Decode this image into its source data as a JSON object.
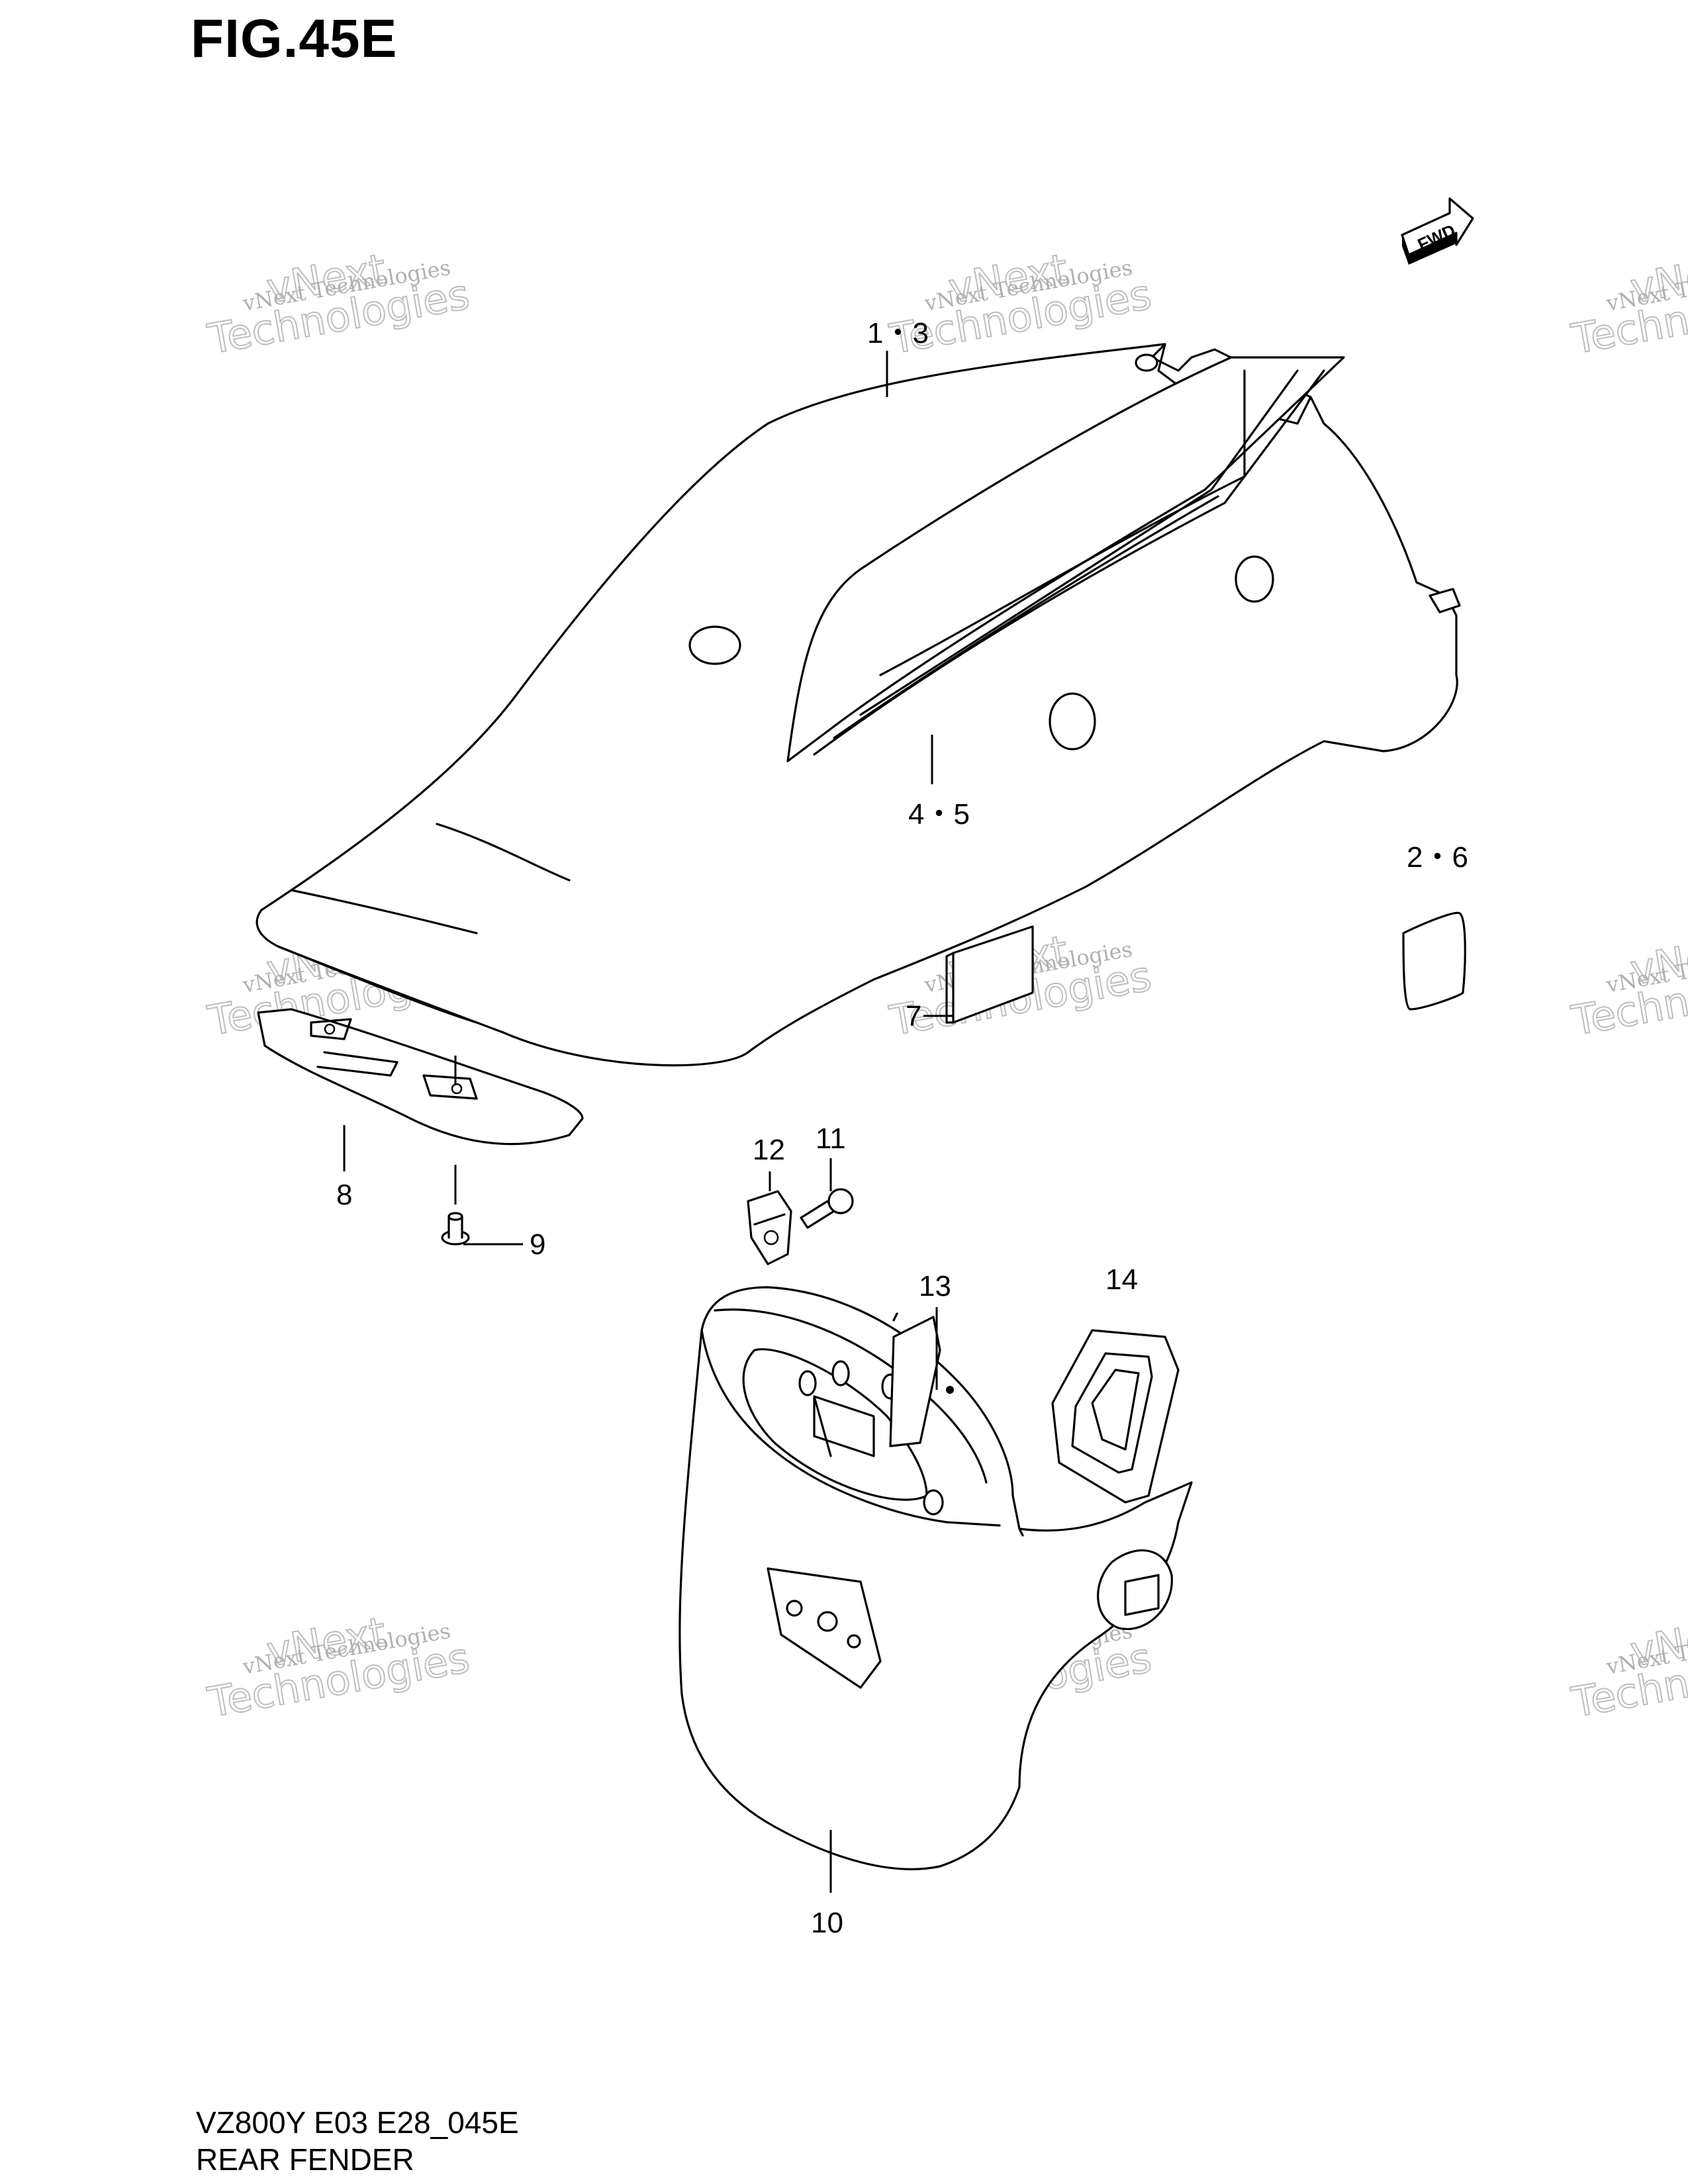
{
  "figure": {
    "title": "FIG.45E",
    "code": "VZ800Y E03 E28_045E",
    "name": "REAR FENDER"
  },
  "fwd_badge": "FWD",
  "watermark": {
    "line1": "vNext Technologies",
    "line2": "vNext",
    "line3": "Technologies"
  },
  "callouts": {
    "c1_3": "1・3",
    "c4_5": "4・5",
    "c2_6": "2・6",
    "c7": "7",
    "c8": "8",
    "c9": "9",
    "c10": "10",
    "c11": "11",
    "c12": "12",
    "c13": "13",
    "c14": "14"
  },
  "colors": {
    "line": "#000000",
    "watermark": "#b0b0b0",
    "background": "#ffffff"
  }
}
